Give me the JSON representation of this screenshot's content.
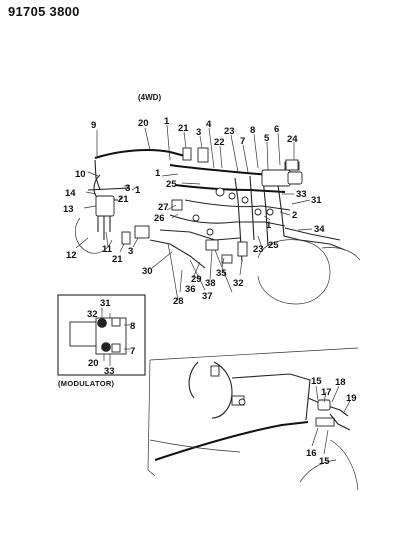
{
  "header": {
    "doc_number": "91705 3800"
  },
  "variant_label": "(4WD)",
  "inset_label": "(MODULATOR)",
  "callouts": {
    "c1": "1",
    "c2": "2",
    "c3": "3",
    "c4": "4",
    "c5": "5",
    "c6": "6",
    "c7": "7",
    "c8": "8",
    "c9": "9",
    "c10": "10",
    "c11": "11",
    "c12": "12",
    "c13": "13",
    "c14": "14",
    "c15": "15",
    "c16": "16",
    "c17": "17",
    "c18": "18",
    "c19": "19",
    "c20": "20",
    "c21": "21",
    "c22": "22",
    "c23": "23",
    "c24": "24",
    "c25": "25",
    "c26": "26",
    "c27": "27",
    "c28": "28",
    "c29": "29",
    "c30": "30",
    "c31": "31",
    "c32": "32",
    "c33": "33",
    "c34": "34",
    "c35": "35",
    "c36": "36",
    "c37": "37",
    "c38": "38"
  }
}
